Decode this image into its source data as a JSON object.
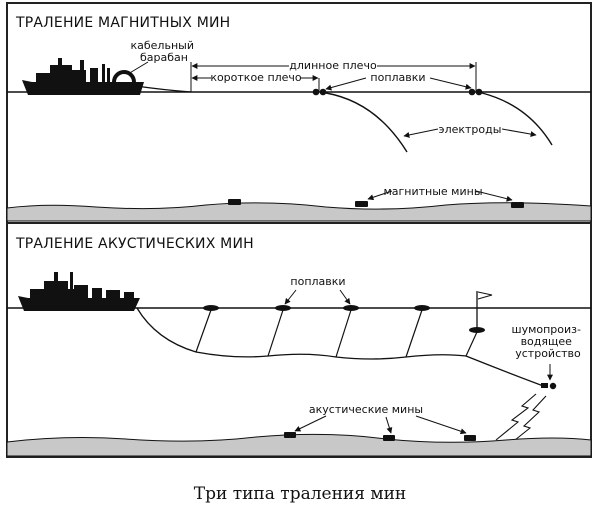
{
  "panel_magnetic": {
    "title": "ТРАЛЕНИЕ МАГНИТНЫХ МИН",
    "cable_drum_line1": "кабельный",
    "cable_drum_line2": "барабан",
    "long_arm": "длинное плечо",
    "short_arm": "короткое плечо",
    "floats": "поплавки",
    "electrodes": "электроды",
    "mines": "магнитные мины"
  },
  "panel_acoustic": {
    "title": "ТРАЛЕНИЕ АКУСТИЧЕСКИХ МИН",
    "floats": "поплавки",
    "noise_device_line1": "шумопроиз-",
    "noise_device_line2": "водящее",
    "noise_device_line3": "устройство",
    "mines": "акустические мины"
  },
  "caption": "Три типа траления мин",
  "colors": {
    "seabed": "#c8c8c8",
    "ink": "#111111",
    "border": "#222222"
  }
}
